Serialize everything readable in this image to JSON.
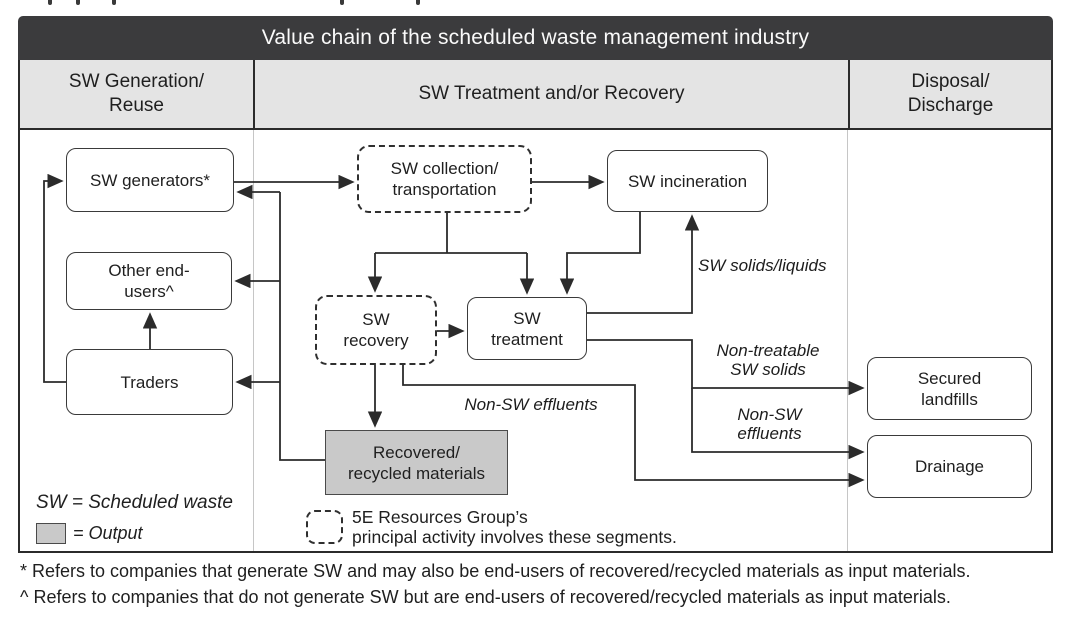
{
  "title": "Value chain of the scheduled waste management industry",
  "columns": {
    "generation": "SW Generation/\nReuse",
    "treatment": "SW Treatment and/or Recovery",
    "disposal": "Disposal/\nDischarge"
  },
  "boxes": {
    "sw_generators": "SW generators*",
    "other_end_users": "Other end-\nusers^",
    "traders": "Traders",
    "sw_collection": "SW collection/\ntransportation",
    "sw_incineration": "SW incineration",
    "sw_recovery": "SW\nrecovery",
    "sw_treatment": "SW\ntreatment",
    "recovered_materials": "Recovered/\nrecycled materials",
    "secured_landfills": "Secured\nlandfills",
    "drainage": "Drainage"
  },
  "flow_labels": {
    "sw_solids_liquids": "SW solids/liquids",
    "non_treatable_sw_solids": "Non-treatable\nSW solids",
    "non_sw_effluents_recovery": "Non-SW effluents",
    "non_sw_effluents_treatment": "Non-SW\neffluents"
  },
  "legend": {
    "sw_definition": "SW = Scheduled waste",
    "output_label": "= Output",
    "dashed_note": "5E Resources Group’s\nprincipal activity involves these segments."
  },
  "footnotes": [
    "* Refers to companies that generate SW and may also be end-users of recovered/recycled materials as input materials.",
    "^ Refers to companies that do not generate SW but are end-users of recovered/recycled materials as input materials."
  ],
  "colors": {
    "title_bar": "#3b3b3d",
    "header_bg": "#e4e4e4",
    "output_fill": "#c9c9c9",
    "line": "#2b2b2b"
  }
}
